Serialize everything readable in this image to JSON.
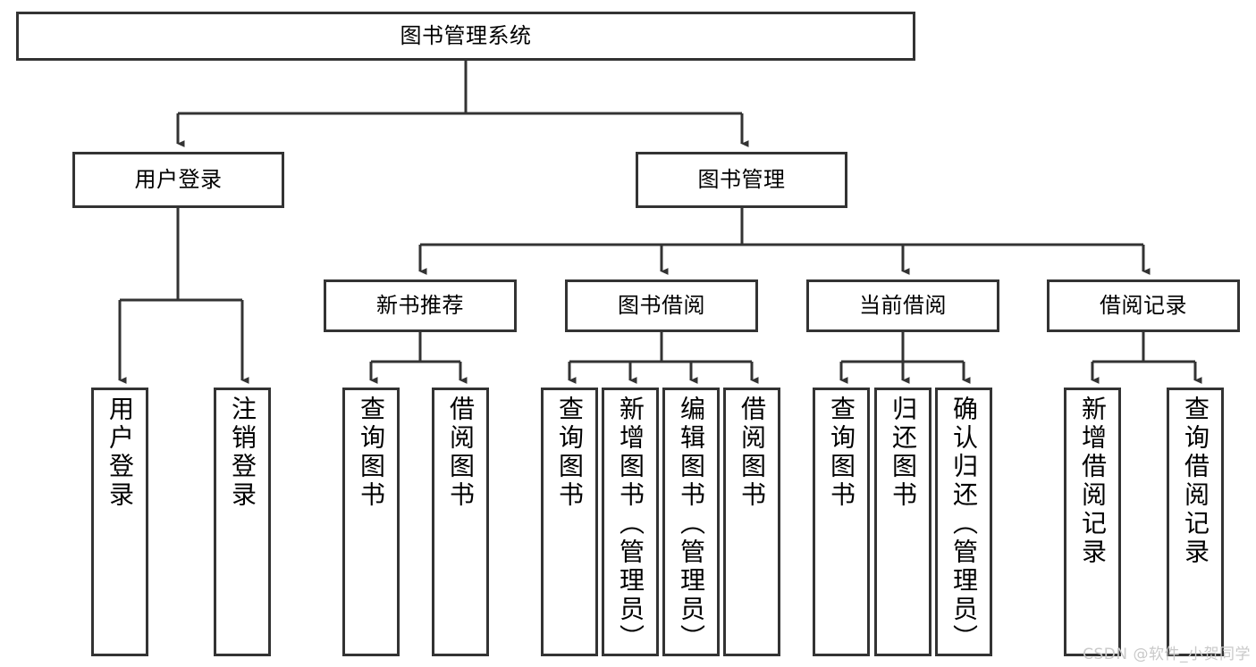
{
  "diagram": {
    "type": "tree-hierarchy",
    "title": "图书管理系统",
    "watermark": "CSDN @软件_小贺同学",
    "colors": {
      "box_border": "#333333",
      "box_fill": "#ffffff",
      "edge": "#333333",
      "text": "#000000",
      "watermark": "#c9c9c9"
    },
    "nodes": {
      "root": {
        "label": "图书管理系统",
        "orientation": "horizontal"
      },
      "level2": [
        {
          "id": "user-login",
          "label": "用户登录",
          "orientation": "horizontal"
        },
        {
          "id": "book-management",
          "label": "图书管理",
          "orientation": "horizontal"
        }
      ],
      "level3": [
        {
          "id": "new-book-recommend",
          "label": "新书推荐",
          "orientation": "horizontal"
        },
        {
          "id": "book-borrow",
          "label": "图书借阅",
          "orientation": "horizontal"
        },
        {
          "id": "current-borrow",
          "label": "当前借阅",
          "orientation": "horizontal"
        },
        {
          "id": "borrow-record",
          "label": "借阅记录",
          "orientation": "horizontal"
        }
      ],
      "leaves": [
        {
          "id": "leaf-user-login",
          "label": "用户登录",
          "parent": "user-login",
          "orientation": "vertical"
        },
        {
          "id": "leaf-user-logout",
          "label": "注销登录",
          "parent": "user-login",
          "orientation": "vertical"
        },
        {
          "id": "leaf-query-book-1",
          "label": "查询图书",
          "parent": "new-book-recommend",
          "orientation": "vertical"
        },
        {
          "id": "leaf-borrow-book-1",
          "label": "借阅图书",
          "parent": "new-book-recommend",
          "orientation": "vertical"
        },
        {
          "id": "leaf-query-book-2",
          "label": "查询图书",
          "parent": "book-borrow",
          "orientation": "vertical"
        },
        {
          "id": "leaf-add-book",
          "label": "新增图书（管理员）",
          "parent": "book-borrow",
          "orientation": "vertical"
        },
        {
          "id": "leaf-edit-book",
          "label": "编辑图书（管理员）",
          "parent": "book-borrow",
          "orientation": "vertical"
        },
        {
          "id": "leaf-borrow-book-2",
          "label": "借阅图书",
          "parent": "book-borrow",
          "orientation": "vertical"
        },
        {
          "id": "leaf-query-book-3",
          "label": "查询图书",
          "parent": "current-borrow",
          "orientation": "vertical"
        },
        {
          "id": "leaf-return-book",
          "label": "归还图书",
          "parent": "current-borrow",
          "orientation": "vertical"
        },
        {
          "id": "leaf-confirm-return",
          "label": "确认归还（管理员）",
          "parent": "current-borrow",
          "orientation": "vertical"
        },
        {
          "id": "leaf-add-record",
          "label": "新增借阅记录",
          "parent": "borrow-record",
          "orientation": "vertical"
        },
        {
          "id": "leaf-query-record",
          "label": "查询借阅记录",
          "parent": "borrow-record",
          "orientation": "vertical"
        }
      ]
    }
  }
}
